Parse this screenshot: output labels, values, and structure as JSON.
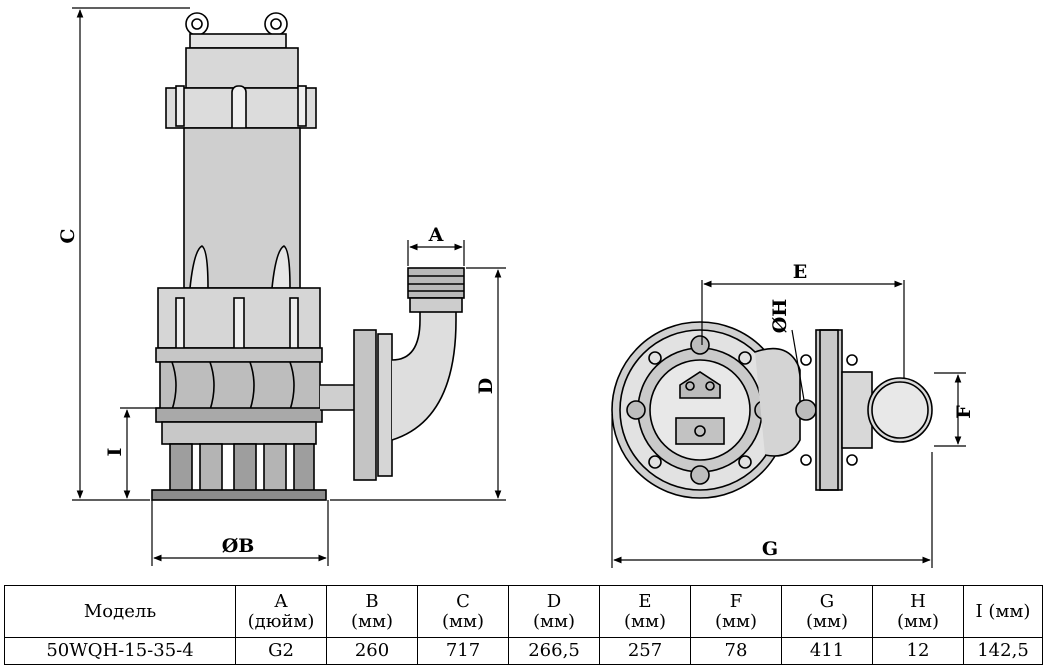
{
  "labels": {
    "A": "A",
    "B": "ØB",
    "C": "C",
    "D": "D",
    "E": "E",
    "F": "F",
    "G": "G",
    "H": "ØH",
    "I": "I"
  },
  "table": {
    "headers": [
      {
        "top": "Модель",
        "bottom": ""
      },
      {
        "top": "A",
        "bottom": "(дюйм)"
      },
      {
        "top": "B",
        "bottom": "(мм)"
      },
      {
        "top": "C",
        "bottom": "(мм)"
      },
      {
        "top": "D",
        "bottom": "(мм)"
      },
      {
        "top": "E",
        "bottom": "(мм)"
      },
      {
        "top": "F",
        "bottom": "(мм)"
      },
      {
        "top": "G",
        "bottom": "(мм)"
      },
      {
        "top": "H",
        "bottom": "(мм)"
      },
      {
        "top": "I (мм)",
        "bottom": ""
      }
    ],
    "row": [
      "50WQH-15-35-4",
      "G2",
      "260",
      "717",
      "266,5",
      "257",
      "78",
      "411",
      "12",
      "142,5"
    ]
  }
}
